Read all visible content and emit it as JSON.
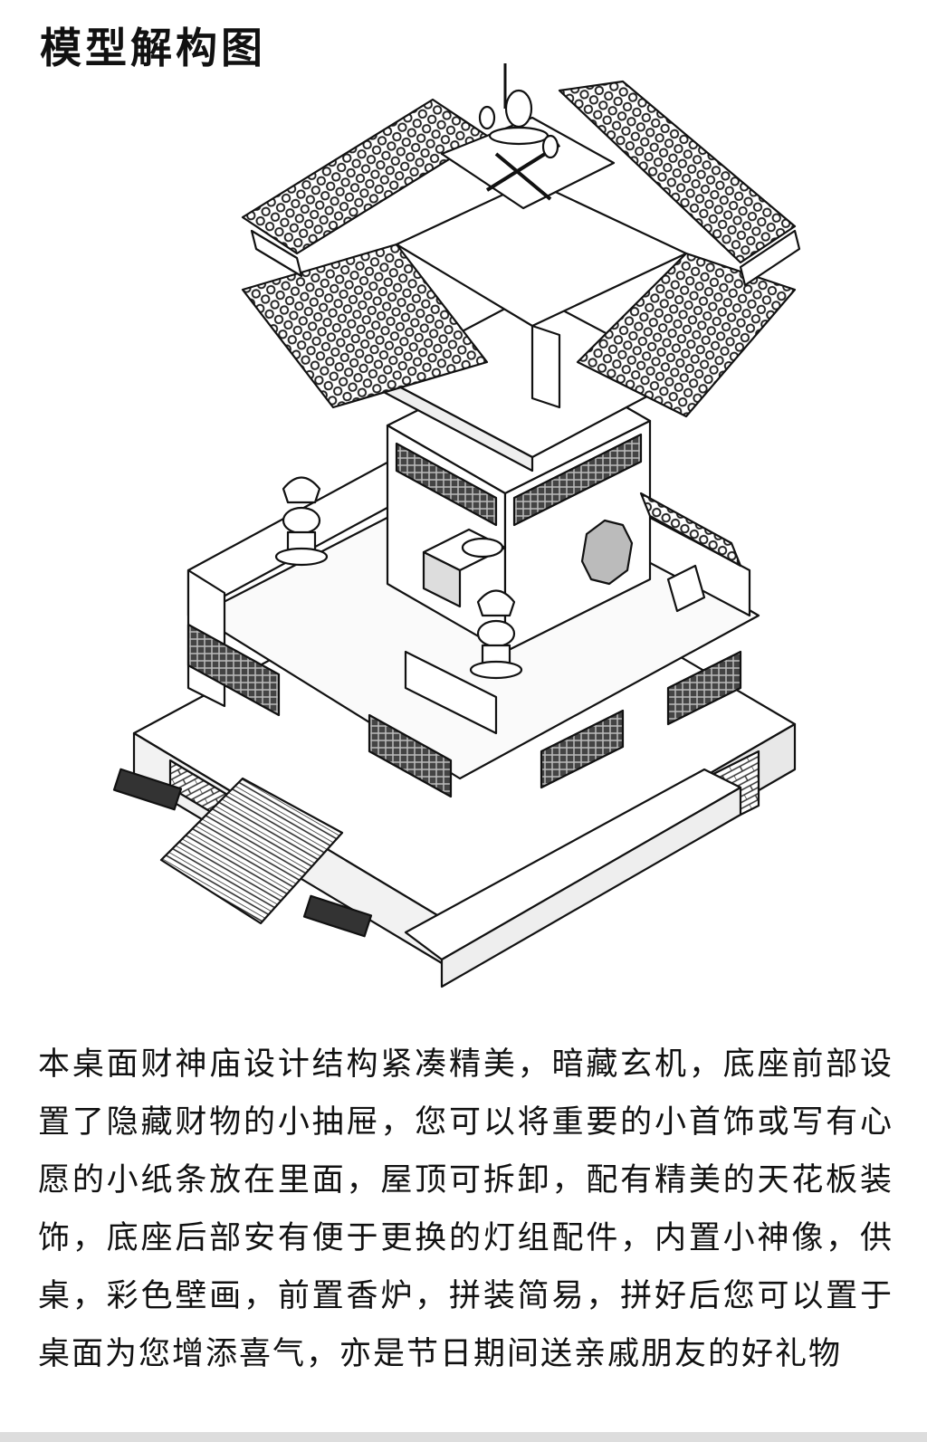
{
  "header": {
    "title": "模型解构图"
  },
  "body": {
    "description": "本桌面财神庙设计结构紧凑精美，暗藏玄机，底座前部设置了隐藏财物的小抽屉，您可以将重要的小首饰或写有心愿的小纸条放在里面，屋顶可拆卸，配有精美的天花板装饰，底座后部安有便于更换的灯组配件，内置小神像，供桌，彩色壁画，前置香炉，拼装简易，拼好后您可以置于桌面为您增添喜气，亦是节日期间送亲戚朋友的好礼物"
  },
  "illustration": {
    "icon": "exploded-temple-model-drawing"
  }
}
